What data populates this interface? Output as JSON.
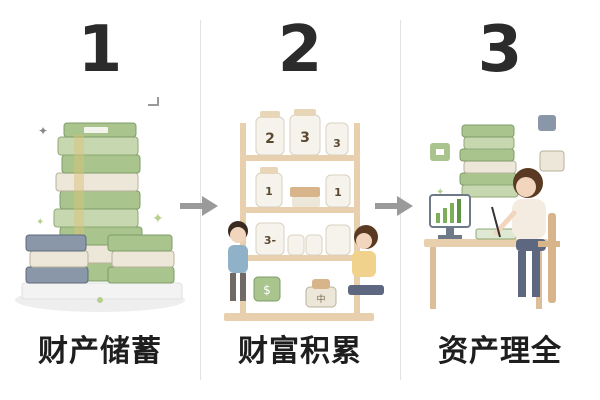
{
  "steps": [
    {
      "number": "1",
      "title": "财产储蓄"
    },
    {
      "number": "2",
      "title": "财富积累"
    },
    {
      "number": "3",
      "title": "资产理全"
    }
  ],
  "jar_labels": [
    "2",
    "3",
    "3",
    "1",
    "1",
    "3-",
    "中"
  ],
  "colors": {
    "number": "#2b2b2b",
    "book_green": "#a9c48d",
    "book_cream": "#ece7d8",
    "book_slate": "#8a97a8",
    "shelf_wood": "#e8cfae",
    "arrow_gray": "#9a9a9a",
    "divider": "#e3e3e3"
  },
  "icons": [
    "book-stack-icon",
    "shelf-with-jars-icon",
    "children-icon",
    "desk-with-monitor-icon",
    "woman-icon",
    "bar-chart-icon"
  ]
}
